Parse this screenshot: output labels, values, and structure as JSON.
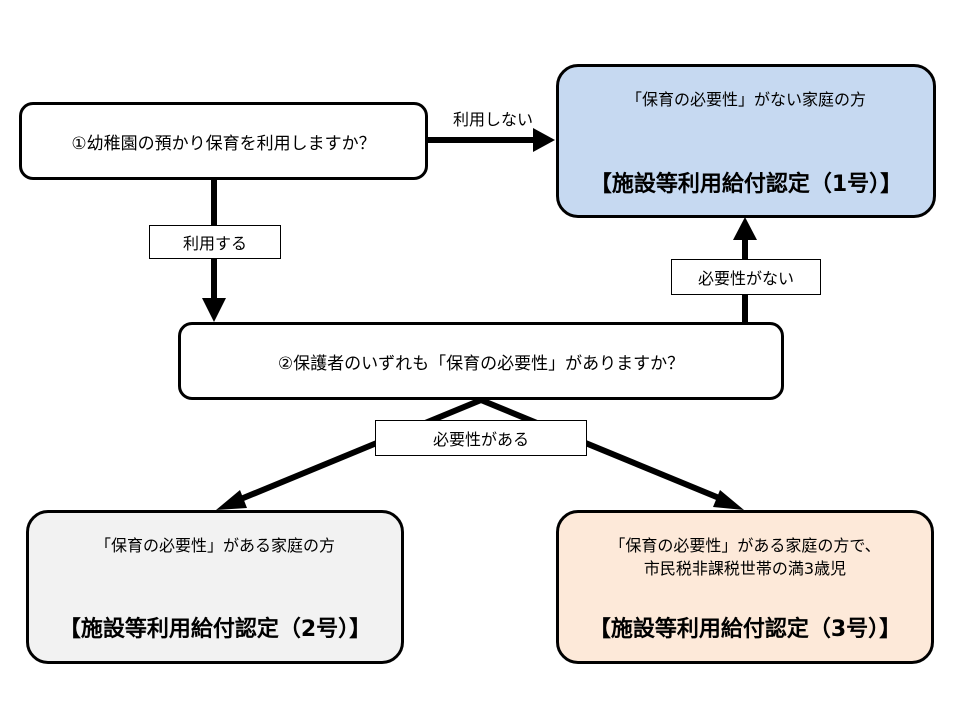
{
  "q1": "①幼稚園の預かり保育を利用しますか？",
  "q2": "②保護者のいずれも「保育の必要性」がありますか？",
  "labels": {
    "not_use": "利用しない",
    "use": "利用する",
    "no_need": "必要性がない",
    "has_need": "必要性がある"
  },
  "results": {
    "r1": {
      "desc": "「保育の必要性」がない家庭の方",
      "cert": "【施設等利用給付認定（1号）】",
      "color": "#c6d9f1"
    },
    "r2": {
      "desc": "「保育の必要性」がある家庭の方",
      "cert": "【施設等利用給付認定（2号）】",
      "color": "#f2f2f2"
    },
    "r3": {
      "desc1": "「保育の必要性」がある家庭の方で、",
      "desc2": "市民税非課税世帯の満3歳児",
      "cert": "【施設等利用給付認定（3号）】",
      "color": "#fde9d9"
    }
  }
}
